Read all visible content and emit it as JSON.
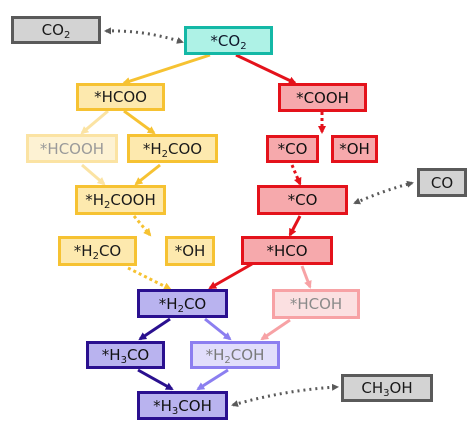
{
  "nodes": {
    "co2_gas": {
      "label": "CO",
      "sub": "2",
      "tail": ""
    },
    "co2_ads": {
      "label": "*CO",
      "sub": "2",
      "tail": ""
    },
    "hcoo": {
      "label": "*HCOO",
      "sub": "",
      "tail": ""
    },
    "cooh": {
      "label": "*COOH",
      "sub": "",
      "tail": ""
    },
    "hcooh": {
      "label": "*HCOOH",
      "sub": "",
      "tail": ""
    },
    "h2coo": {
      "label": "*H",
      "sub": "2",
      "tail": "COO"
    },
    "co_small": {
      "label": "*CO",
      "sub": "",
      "tail": ""
    },
    "oh_red": {
      "label": "*OH",
      "sub": "",
      "tail": ""
    },
    "h2cooh": {
      "label": "*H",
      "sub": "2",
      "tail": "COOH"
    },
    "co_ads": {
      "label": "*CO",
      "sub": "",
      "tail": ""
    },
    "co_gas": {
      "label": "CO",
      "sub": "",
      "tail": ""
    },
    "h2co_or": {
      "label": "*H",
      "sub": "2",
      "tail": "CO"
    },
    "oh_or": {
      "label": "*OH",
      "sub": "",
      "tail": ""
    },
    "hco": {
      "label": "*HCO",
      "sub": "",
      "tail": ""
    },
    "h2co": {
      "label": "*H",
      "sub": "2",
      "tail": "CO"
    },
    "hcoh": {
      "label": "*HCOH",
      "sub": "",
      "tail": ""
    },
    "h3co": {
      "label": "*H",
      "sub": "3",
      "tail": "CO"
    },
    "h2coh": {
      "label": "*H",
      "sub": "2",
      "tail": "COH"
    },
    "h3coh": {
      "label": "*H",
      "sub": "3",
      "tail": "COH"
    },
    "ch3oh": {
      "label": "CH",
      "sub": "3",
      "tail": "OH"
    }
  },
  "colors": {
    "teal": "#14b8a6",
    "orange": "#f6c232",
    "orange_light": "#fbe3a3",
    "red": "#e4121b",
    "red_light": "#f7a2a5",
    "blue": "#2a108f",
    "blue_light": "#8c7ff0",
    "gray": "#5a5a5a"
  }
}
